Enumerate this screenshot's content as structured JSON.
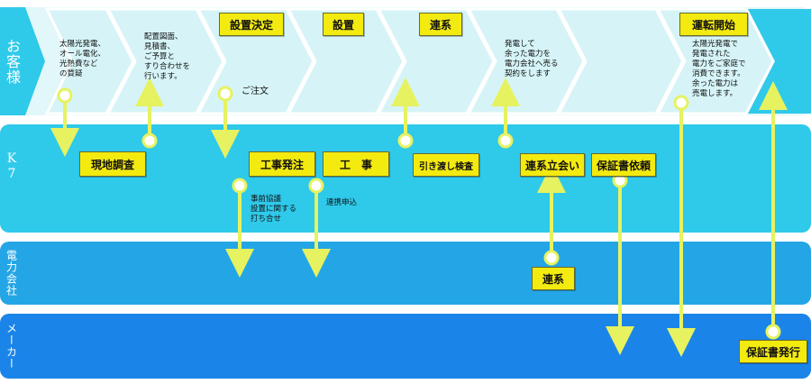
{
  "colors": {
    "lane1": "#e2f7f9",
    "lane2": "#2fc9ea",
    "lane3": "#24a6e6",
    "lane4": "#1b84e8",
    "arrow": "#e6f260",
    "box": "#f3ea10",
    "chevron_fill": "#d6f4f7"
  },
  "lanes": {
    "customer": "お客様",
    "k7": "K7",
    "power": "電力会社",
    "maker": "メーカー"
  },
  "stages": {
    "install_decision": "設置決定",
    "install": "設置",
    "grid_link": "連系",
    "start": "運転開始"
  },
  "steps": {
    "site_survey": "現地調査",
    "order_construction": "工事発注",
    "construction": "工　事",
    "handover": "引き渡し検査",
    "grid_witness": "連系立会い",
    "warranty_request": "保証書依頼",
    "grid_link_power": "連系",
    "warranty_issue": "保証書発行"
  },
  "notes": {
    "n1": [
      "太陽光発電、",
      "オール電化、",
      "光熱費など",
      "の質疑"
    ],
    "n2": [
      "配置図面、",
      "見積書、",
      "ご予算と",
      "すり合わせを",
      "行います。"
    ],
    "order": "ご注文",
    "n4": [
      "発電して",
      "余った電力を",
      "電力会社へ売る",
      "契約をします"
    ],
    "n5": [
      "太陽光発電で",
      "発電された",
      "電力をご家庭で",
      "消費できます。",
      "余った電力は",
      "売電します。"
    ],
    "pre_meeting": [
      "事前協議",
      "設置に関する",
      "打ち合せ"
    ],
    "link_apply": "連携申込"
  }
}
